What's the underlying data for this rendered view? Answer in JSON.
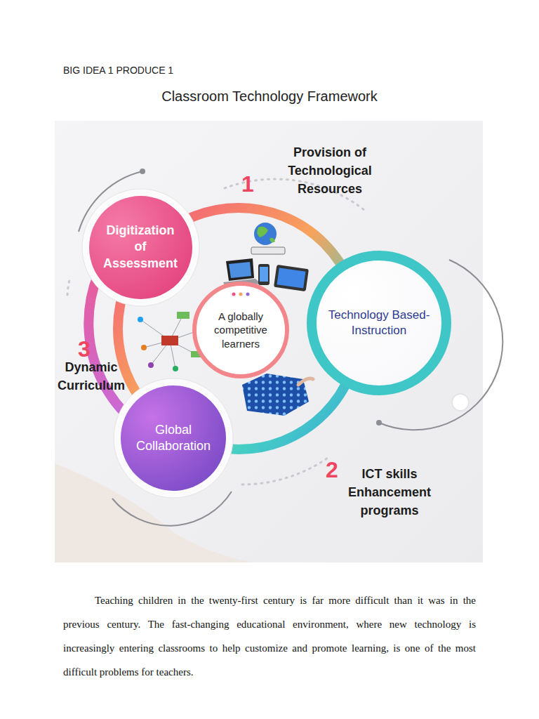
{
  "diagram": {
    "title": "Classroom Technology Framework",
    "nodes": [
      {
        "text": [
          "Digitization of Assessment"
        ]
      },
      {
        "text": [
          "A globally competitive learners"
        ]
      },
      {
        "text": [
          "Technology Based-Instruction"
        ]
      },
      {
        "text": [
          "Global Collaboration"
        ]
      }
    ],
    "labels": [
      "BIG IDEA 1 PRODUCE 1",
      "1",
      "Provision of Technological Resources",
      "3",
      "Dynamic Curriculum",
      "2",
      "ICT skills Enhancement programs",
      "Teaching children in the twenty-first century is far more difficult than it was in the previous century. The fast-changing educational environment, where new technology is increasingly entering classrooms to help customize and promote learning, is one of the most difficult problems for teachers."
    ]
  }
}
